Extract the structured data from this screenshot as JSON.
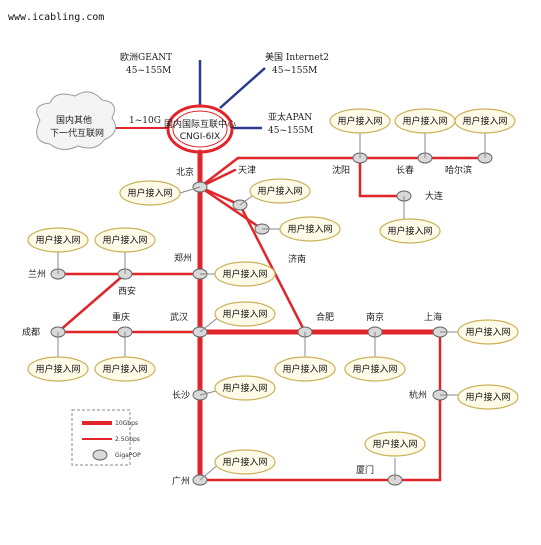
{
  "website": "www.icabling.com",
  "center": {
    "line1": "国内国际互联中心",
    "line2": "CNGI-6IX"
  },
  "domestic_cloud": {
    "line1": "国内其他",
    "line2": "下一代互联网"
  },
  "domestic_speed": "1~10G",
  "international": [
    {
      "name": "欧洲GEANT",
      "speed": "45~155M"
    },
    {
      "name": "美国 Internet2",
      "speed": "45~155M"
    },
    {
      "name": "亚太APAN",
      "speed": "45~155M"
    }
  ],
  "access_label": "用户接入网",
  "cities": {
    "beijing": "北京",
    "tianjin": "天津",
    "shenyang": "沈阳",
    "changchun": "长春",
    "harbin": "哈尔滨",
    "dalian": "大连",
    "jinan": "济南",
    "zhengzhou": "郑州",
    "lanzhou": "兰州",
    "xian": "西安",
    "chengdu": "成都",
    "chongqing": "重庆",
    "wuhan": "武汉",
    "hefei": "合肥",
    "nanjing": "南京",
    "shanghai": "上海",
    "hangzhou": "杭州",
    "changsha": "长沙",
    "guangzhou": "广州",
    "xiamen": "厦门"
  },
  "legend": {
    "thick": "10Gbps",
    "thin": "2.5Gbps",
    "node": "GigaPOP"
  },
  "colors": {
    "backbone": "#e0262b",
    "international_link": "#2b3a8f",
    "node_fill": "#d9d9d9",
    "bubble_stroke": "#c9b25a",
    "bubble_fill": "#fffbe8"
  }
}
